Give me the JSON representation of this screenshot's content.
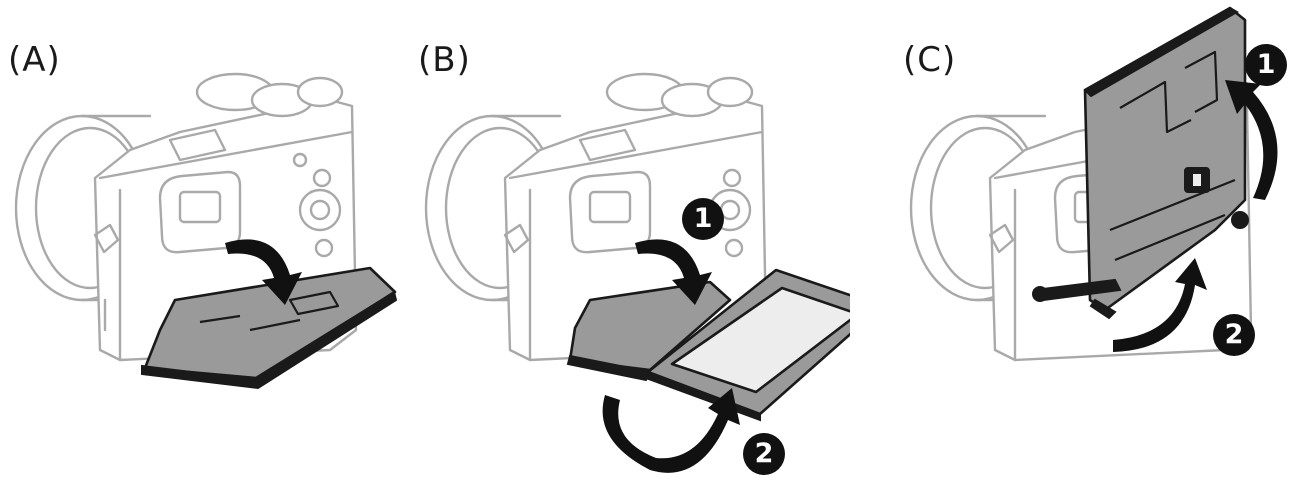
{
  "panels": [
    {
      "label": "(A)",
      "steps": []
    },
    {
      "label": "(B)",
      "steps": [
        "1",
        "2"
      ]
    },
    {
      "label": "(C)",
      "steps": [
        "1",
        "2"
      ]
    }
  ],
  "colors": {
    "camera_outline": "#a9a9a9",
    "monitor_fill": "#9a9a9a",
    "arrow": "#111111"
  }
}
